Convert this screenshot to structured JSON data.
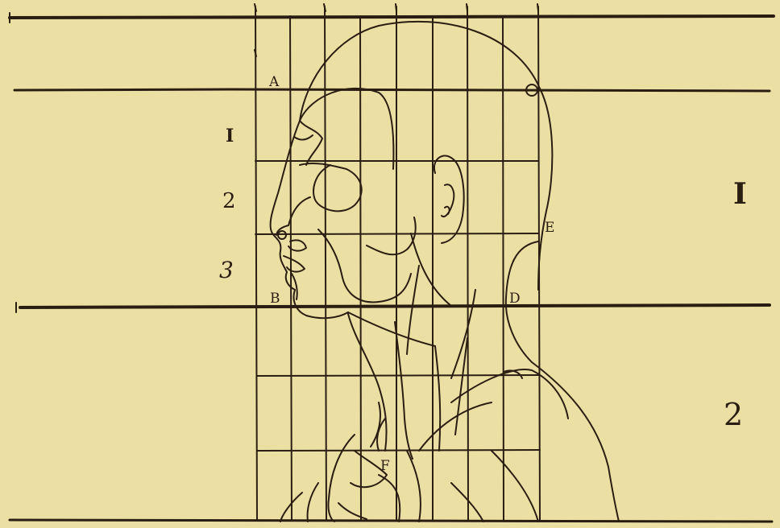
{
  "figure": {
    "point_labels": {
      "A": "A",
      "B": "B",
      "D": "D",
      "E": "E",
      "F": "F"
    },
    "row_numbers": [
      "I",
      "2",
      "3"
    ],
    "section_numbers": [
      "I",
      "2"
    ],
    "colors": {
      "paper": "#eee2a8",
      "ink": "#2a1d12"
    }
  }
}
